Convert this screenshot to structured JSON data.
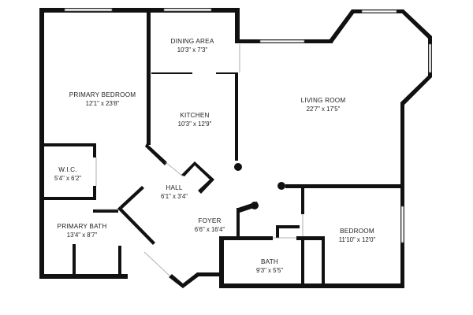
{
  "rooms": [
    {
      "name": "PRIMARY BEDROOM",
      "dims": "12'1\" x 23'8\""
    },
    {
      "name": "DINING AREA",
      "dims": "10'3\" x 7'3\""
    },
    {
      "name": "KITCHEN",
      "dims": "10'3\" x 12'9\""
    },
    {
      "name": "LIVING ROOM",
      "dims": "22'7\" x 17'5\""
    },
    {
      "name": "W.I.C.",
      "dims": "5'4\" x 6'2\""
    },
    {
      "name": "HALL",
      "dims": "6'1\" x 3'4\""
    },
    {
      "name": "FOYER",
      "dims": "6'6\" x 16'4\""
    },
    {
      "name": "PRIMARY BATH",
      "dims": "13'4\" x 8'7\""
    },
    {
      "name": "BEDROOM",
      "dims": "11'10\" x 12'0\""
    },
    {
      "name": "BATH",
      "dims": "9'3\" x 5'5\""
    }
  ]
}
